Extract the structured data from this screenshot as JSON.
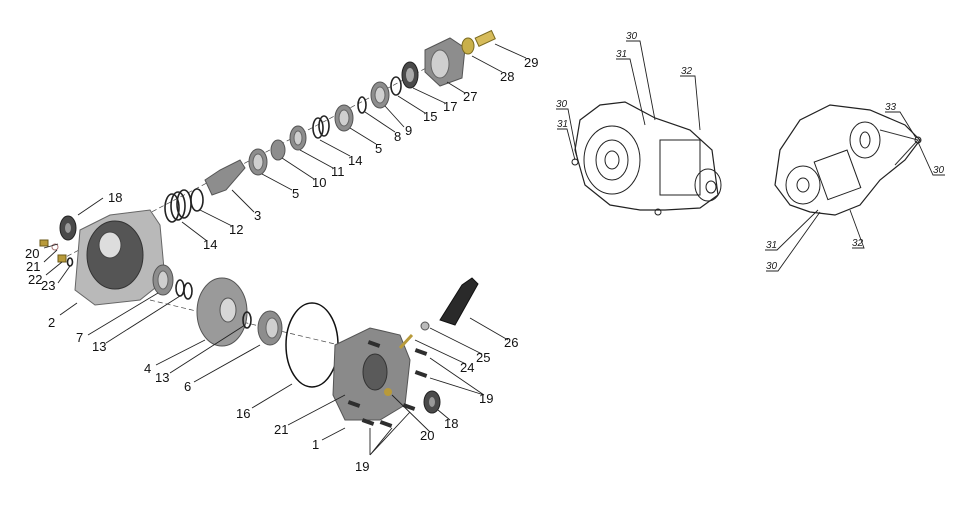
{
  "exploded_view": {
    "labels": [
      "29",
      "28",
      "27",
      "17",
      "15",
      "9",
      "8",
      "5",
      "14",
      "11",
      "10",
      "5",
      "3",
      "12",
      "14",
      "18",
      "20",
      "21",
      "22",
      "23",
      "2",
      "7",
      "13",
      "4",
      "13",
      "6",
      "16",
      "21",
      "1",
      "19",
      "20",
      "18",
      "19",
      "24",
      "25",
      "26"
    ]
  },
  "assembled_views": {
    "left_labels": [
      "30",
      "31",
      "32",
      "30",
      "31"
    ],
    "right_labels": [
      "33",
      "30",
      "31",
      "30",
      "32"
    ]
  }
}
